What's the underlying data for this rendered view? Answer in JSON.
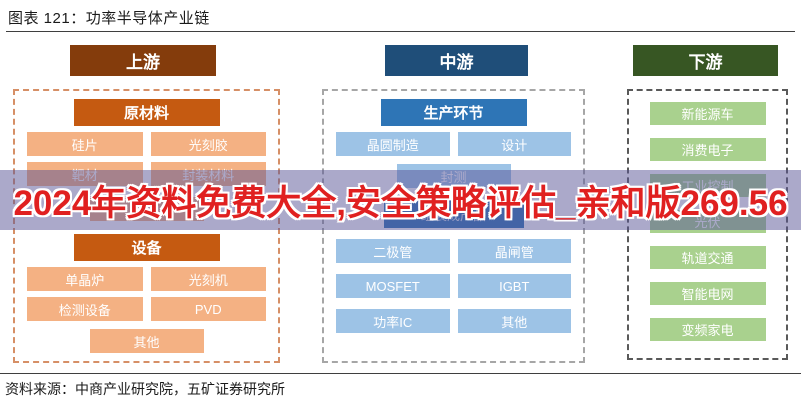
{
  "title": "图表 121：功率半导体产业链",
  "watermark": "2024年资料免费大全,安全策略评估_亲和版269.56",
  "footer": "资料来源：中商产业研究院，五矿证券研究所",
  "upstream": {
    "header": "上游",
    "materials": {
      "header": "原材料",
      "rows": [
        [
          "硅片",
          "光刻胶"
        ],
        [
          "靶材",
          "封装材料"
        ]
      ],
      "other": "其他"
    },
    "equipment": {
      "header": "设备",
      "rows": [
        [
          "单晶炉",
          "光刻机"
        ],
        [
          "检测设备",
          "PVD"
        ]
      ],
      "other": "其他"
    }
  },
  "midstream": {
    "header": "中游",
    "production": {
      "header": "生产环节",
      "row": [
        "晶圆制造",
        "设计"
      ],
      "center": "封测",
      "assembly": "组装成产品"
    },
    "products": [
      [
        "二极管",
        "晶闸管"
      ],
      [
        "MOSFET",
        "IGBT"
      ],
      [
        "功率IC",
        "其他"
      ]
    ]
  },
  "downstream": {
    "header": "下游",
    "items": [
      "新能源车",
      "消费电子",
      "工业控制",
      "光伏",
      "轨道交通",
      "智能电网",
      "变频家电"
    ]
  },
  "colors": {
    "upstream_dark": "#843C0C",
    "upstream_mid": "#C55A11",
    "upstream_light": "#F4B183",
    "midstream_dark": "#1F4E79",
    "midstream_mid": "#2E75B6",
    "midstream_light": "#9DC3E6",
    "downstream_dark": "#375623",
    "downstream_light": "#A9D18E",
    "watermark_red": "#E02020",
    "watermark_band": "rgba(88,84,150,0.5)"
  }
}
